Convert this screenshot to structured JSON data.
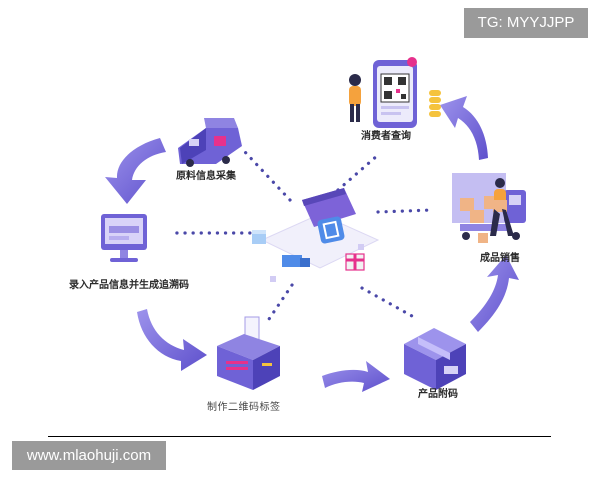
{
  "badges": {
    "top_right": "TG: MYYJJPP",
    "bottom_left": "www.mlaohuji.com"
  },
  "steps": [
    {
      "id": "consumer",
      "label": "消费者查询",
      "icon": "phone-qr-icon"
    },
    {
      "id": "material",
      "label": "原料信息采集",
      "icon": "delivery-van-icon"
    },
    {
      "id": "input",
      "label": "录入产品信息并生成追溯码",
      "icon": "monitor-icon"
    },
    {
      "id": "print",
      "label": "制作二维码标签",
      "icon": "label-printer-icon"
    },
    {
      "id": "attach",
      "label": "产品附码",
      "icon": "package-box-icon"
    },
    {
      "id": "sales",
      "label": "成品销售",
      "icon": "truck-worker-icon"
    }
  ],
  "center": {
    "icon": "traceability-platform-icon"
  },
  "colors": {
    "arrow": "#6f62d6",
    "dots": "#4a48a8",
    "accent_purple": "#7d63d8",
    "accent_pink": "#e6318c",
    "accent_blue": "#4f8be8"
  }
}
